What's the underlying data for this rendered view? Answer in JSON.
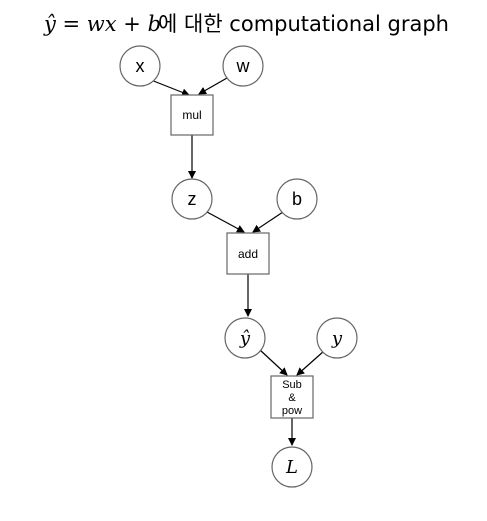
{
  "title": {
    "math": "ŷ = wx + b",
    "text": "에 대한 computational graph"
  },
  "nodes": {
    "x": "x",
    "w": "w",
    "z": "z",
    "b": "b",
    "yhat": "ŷ",
    "y": "y",
    "L": "L"
  },
  "ops": {
    "mul": "mul",
    "add": "add",
    "subpow": [
      "Sub",
      "&",
      "pow"
    ]
  },
  "colors": {
    "stroke": "#000000",
    "circle_stroke": "#666666",
    "box_stroke": "#666666"
  }
}
